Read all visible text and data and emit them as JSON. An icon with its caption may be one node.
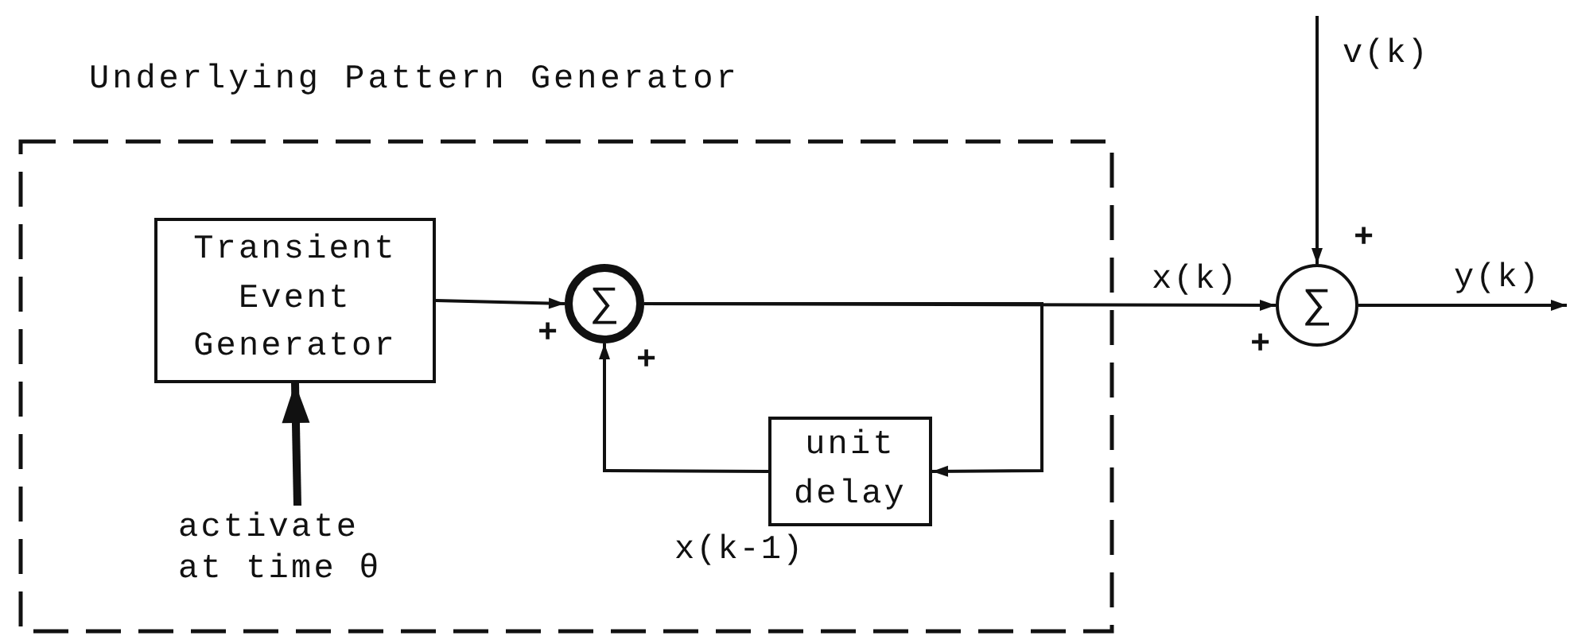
{
  "diagram": {
    "nodes": [
      {
        "text": [
          "Underlying Pattern Generator"
        ]
      },
      {
        "text": [
          "Transient Event Generator"
        ],
        "in": 0
      },
      {
        "text": [
          "∑"
        ],
        "in": 0
      },
      {
        "text": [
          "unit delay"
        ],
        "in": 0
      },
      {
        "text": [
          "activate at time θ"
        ],
        "in": 0
      },
      {
        "text": [
          "∑"
        ]
      }
    ],
    "edges": [
      {
        "from": 4,
        "to": 1,
        "arrow": "to",
        "style": "thick"
      },
      {
        "from": 1,
        "to": 2,
        "arrow": "to"
      },
      {
        "from": 2,
        "to": 5,
        "arrow": "to",
        "label": "x(k)"
      },
      {
        "from": 2,
        "to": 3,
        "arrow": "to"
      },
      {
        "from": 3,
        "to": 2,
        "arrow": "to",
        "label": "x(k-1)"
      },
      {
        "from": null,
        "to": 5,
        "arrow": "to",
        "label": "v(k)"
      },
      {
        "from": 5,
        "to": null,
        "arrow": "to",
        "label": "y(k)"
      }
    ],
    "labels": [
      "+",
      "+",
      "+",
      "+"
    ]
  }
}
